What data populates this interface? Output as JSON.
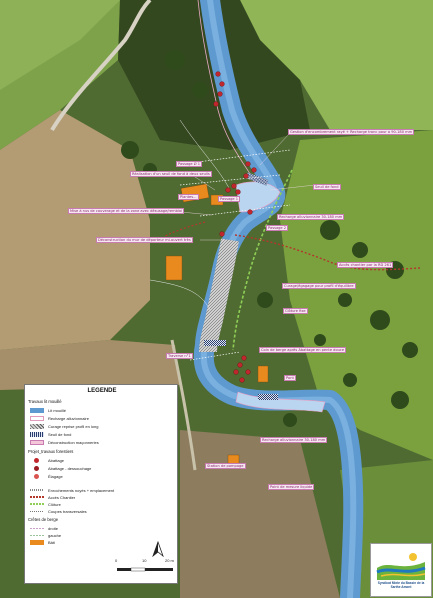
{
  "map_labels": [
    "Gestion d'encombrement rayé + Recharge tronc pour a 90-180 mm",
    "Passage Ø 1",
    "Réalisation d'un seuil de fond à deux seuils",
    "Seuil de fond",
    "Plantes...",
    "Passage 1",
    "Mise à nus de couverage et de la zone avec désusage/remblai",
    "Recharge alluvionnaire 30-180 mm",
    "Passage 2",
    "Déconstruction du mur de déporteur mi-ouvert très",
    "Accès chantier par la RD 261",
    "Curage/égagage pour profil d'équilibre",
    "Clôture fixe",
    "Traverse n°1",
    "Coin de berge après Abattage en pente douce",
    "Pont",
    "Recharge alluvionnaire 30-180 mm",
    "Station de pompage",
    "Point de mesure liquide"
  ],
  "legend": {
    "title": "LEGENDE",
    "section1": "Travaux lit mouillé",
    "items1": [
      "Lit mouillé",
      "Recharge alluvionnaire",
      "Curage reprise profil en long",
      "Seuil de fond",
      "Déconstruction maçonneries"
    ],
    "section2": "Projet_travaux forestiers",
    "items2": [
      "Abattage",
      "Abattage - dessouchage",
      "Élagage"
    ],
    "items3": [
      "Enrochements noyés + emplacement",
      "Accès Chantier",
      "Clôture",
      "Coupes transversales"
    ],
    "section4": "Crêtes de berge",
    "items4": [
      "droite",
      "gauche",
      "Bâti"
    ]
  },
  "scale_ticks": [
    "0",
    "10",
    "20 m"
  ],
  "logo_text": "Syndicat Mixte du Bassin de la Sarthe Amont",
  "colors": {
    "river": "#5e9ad0",
    "label_border": "#c77bb0",
    "building": "#e98a1e",
    "tree_marker": "#c0272d",
    "fence": "#8fcf56",
    "access": "#b3372a"
  }
}
